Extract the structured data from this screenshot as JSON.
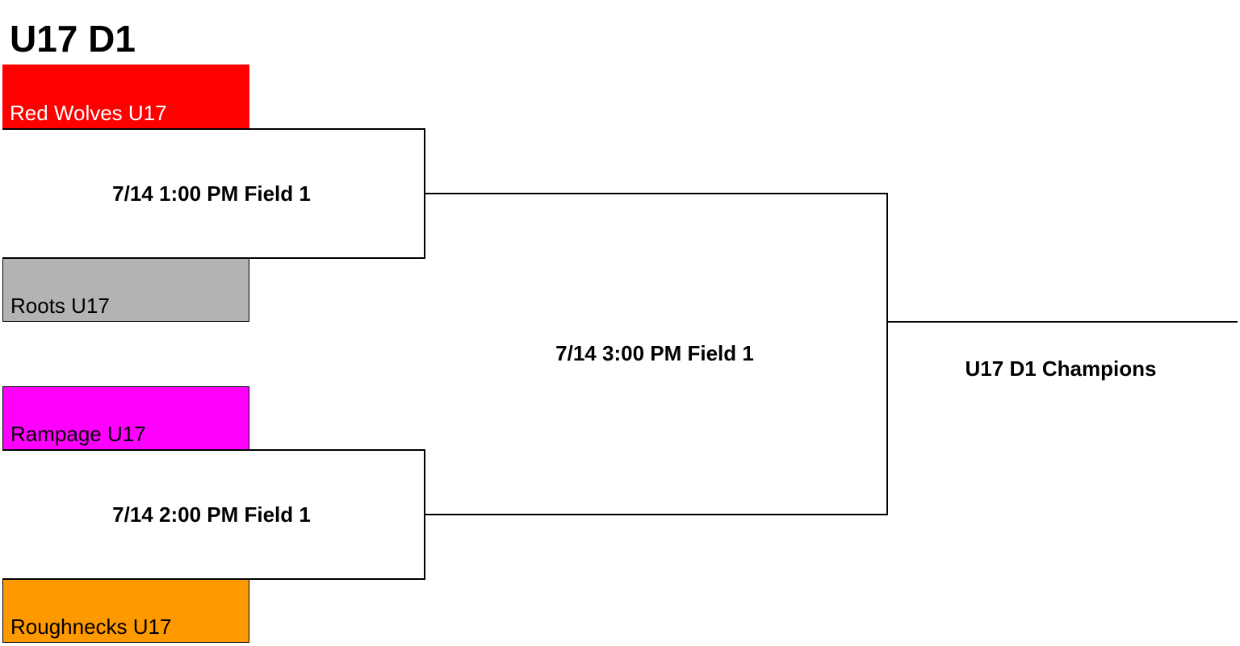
{
  "bracket": {
    "title": "U17 D1",
    "teams": [
      {
        "name": "Red Wolves U17",
        "fill": "#ff0000",
        "text_color": "#ffffff",
        "bordered": false
      },
      {
        "name": "Roots U17",
        "fill": "#b3b3b3",
        "text_color": "#000000",
        "bordered": true
      },
      {
        "name": "Rampage U17",
        "fill": "#ff00ff",
        "text_color": "#000000",
        "bordered": true
      },
      {
        "name": "Roughnecks U17",
        "fill": "#ff9900",
        "text_color": "#000000",
        "bordered": true
      }
    ],
    "games": [
      {
        "label": "7/14 1:00 PM Field 1"
      },
      {
        "label": "7/14 2:00 PM Field 1"
      },
      {
        "label": "7/14 3:00 PM Field 1"
      }
    ],
    "champion_label": "U17 D1 Champions",
    "line_color": "#000000"
  }
}
